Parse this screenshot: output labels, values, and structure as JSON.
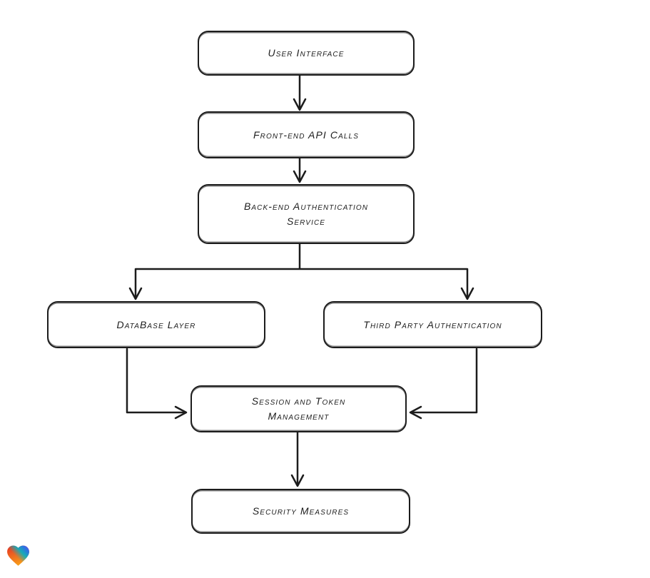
{
  "diagram": {
    "type": "flowchart",
    "direction": "top-down",
    "nodes": {
      "user_interface": {
        "label": "User Interface"
      },
      "frontend_api": {
        "label": "Front-end API Calls"
      },
      "backend_auth": {
        "label": "Back-end Authentication\nService"
      },
      "database": {
        "label": "DataBase Layer"
      },
      "third_party": {
        "label": "Third Party Authentication"
      },
      "session_token": {
        "label": "Session and Token\nManagement"
      },
      "security": {
        "label": "Security Measures"
      }
    },
    "edges": [
      {
        "from": "user_interface",
        "to": "frontend_api"
      },
      {
        "from": "frontend_api",
        "to": "backend_auth"
      },
      {
        "from": "backend_auth",
        "to": "database"
      },
      {
        "from": "backend_auth",
        "to": "third_party"
      },
      {
        "from": "database",
        "to": "session_token"
      },
      {
        "from": "third_party",
        "to": "session_token"
      },
      {
        "from": "session_token",
        "to": "security"
      }
    ],
    "colors": {
      "stroke": "#1c1c1c",
      "node_fill": "#ffffff",
      "background": "#ffffff"
    }
  },
  "footer": {
    "logo_icon": "heart-gradient-icon",
    "logo_colors": {
      "red": "#e63123",
      "orange": "#f79c1b",
      "teal": "#00b3c6",
      "blue": "#2f6fe4",
      "purple": "#7a4fd8"
    }
  }
}
